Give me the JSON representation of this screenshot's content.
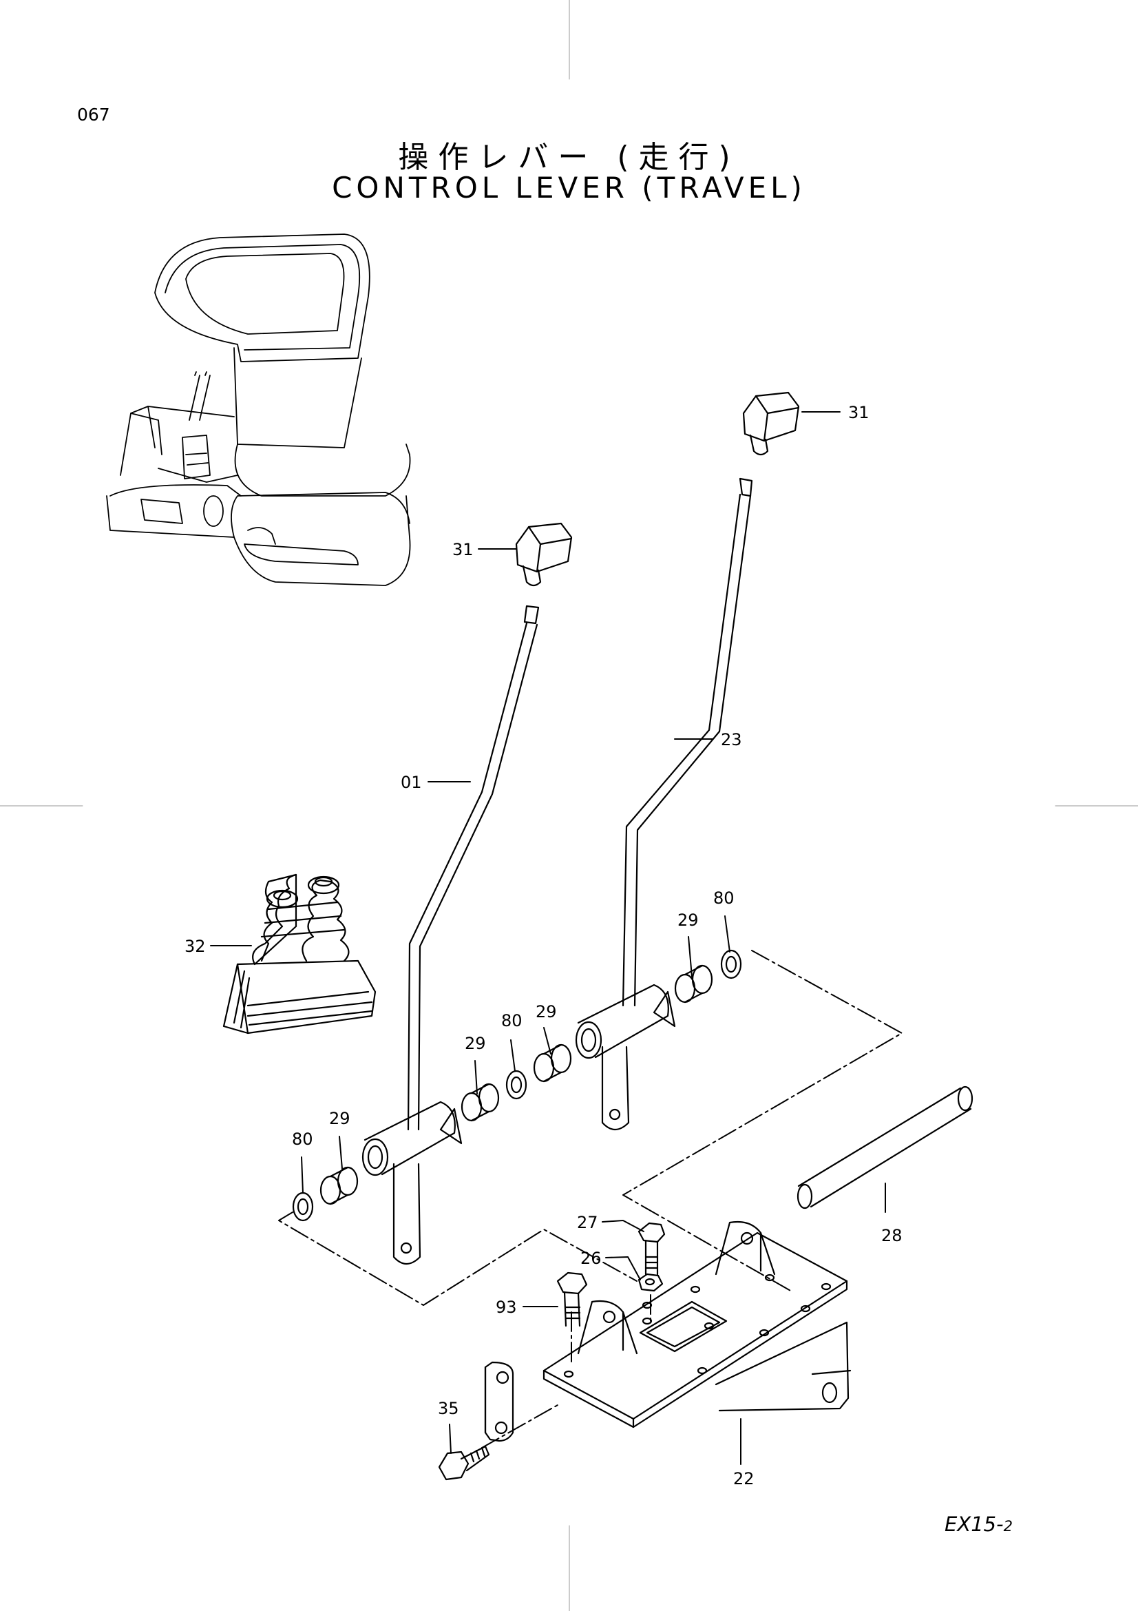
{
  "header": {
    "page_number": "067",
    "title_jp": "操作レバー (走行)",
    "title_en": "CONTROL LEVER (TRAVEL)"
  },
  "footer": {
    "model_code_main": "EX15-",
    "model_code_suffix": "2"
  },
  "callouts": {
    "c31_right": "31",
    "c31_left": "31",
    "c23": "23",
    "c01": "01",
    "c80_right": "80",
    "c29_right": "29",
    "c32": "32",
    "c29_mid": "29",
    "c80_mid": "80",
    "c29_mid2": "29",
    "c29_left": "29",
    "c80_left": "80",
    "c27": "27",
    "c26": "26",
    "c28": "28",
    "c93": "93",
    "c35": "35",
    "c22": "22"
  }
}
